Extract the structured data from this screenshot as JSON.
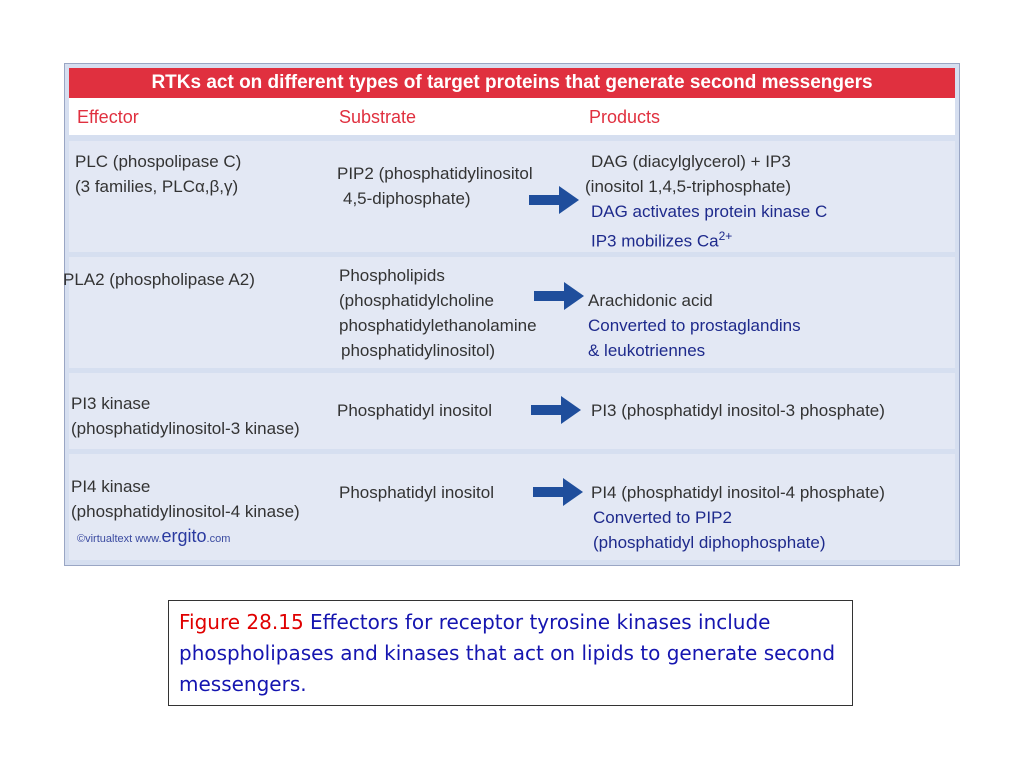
{
  "title": "RTKs act on different types of target proteins that generate second messengers",
  "headers": {
    "effector": "Effector",
    "substrate": "Substrate",
    "products": "Products"
  },
  "rows": [
    {
      "effector": [
        "PLC (phospolipase C)",
        "(3 families, PLCα,β,γ)"
      ],
      "substrate": [
        "PIP2 (phosphatidylinositol",
        "4,5-diphosphate)"
      ],
      "products": [
        "DAG (diacylglycerol) + IP3",
        "(inositol 1,4,5-triphosphate)"
      ],
      "notes": [
        "DAG  activates protein kinase C",
        "IP3 mobilizes Ca",
        "2+"
      ]
    },
    {
      "effector": [
        "PLA2 (phospholipase A2)"
      ],
      "substrate": [
        "Phospholipids",
        "(phosphatidylcholine",
        "phosphatidylethanolamine",
        "phosphatidylinositol)"
      ],
      "products": [
        "Arachidonic acid"
      ],
      "notes": [
        "Converted to prostaglandins",
        "& leukotriennes"
      ]
    },
    {
      "effector": [
        "PI3 kinase",
        "(phosphatidylinositol-3 kinase)"
      ],
      "substrate": [
        "Phosphatidyl inositol"
      ],
      "products": [
        "PI3 (phosphatidyl inositol-3 phosphate)"
      ]
    },
    {
      "effector": [
        "PI4 kinase",
        "(phosphatidylinositol-4 kinase)"
      ],
      "substrate": [
        "Phosphatidyl inositol"
      ],
      "products": [
        "PI4 (phosphatidyl inositol-4 phosphate)"
      ],
      "notes": [
        "Converted to PIP2",
        "(phosphatidyl diphophosphate)"
      ]
    }
  ],
  "credit": {
    "prefix": "©virtualtext  www.",
    "brand": "ergito",
    "suffix": ".com"
  },
  "caption": {
    "figure_label": "Figure 28.15",
    "text": " Effectors for receptor tyrosine kinases include phospholipases and kinases that act on lipids to generate second messengers."
  },
  "colors": {
    "title_bg": "#e0303f",
    "header_text": "#e0303f",
    "table_bg": "#d6dff0",
    "row_bg": "#e3e8f4",
    "arrow": "#1f4e9c",
    "note_text": "#1e2a8c",
    "caption_text": "#1515b0",
    "figure_label": "#e00000"
  },
  "icons": {
    "arrow": "right-arrow-icon"
  }
}
